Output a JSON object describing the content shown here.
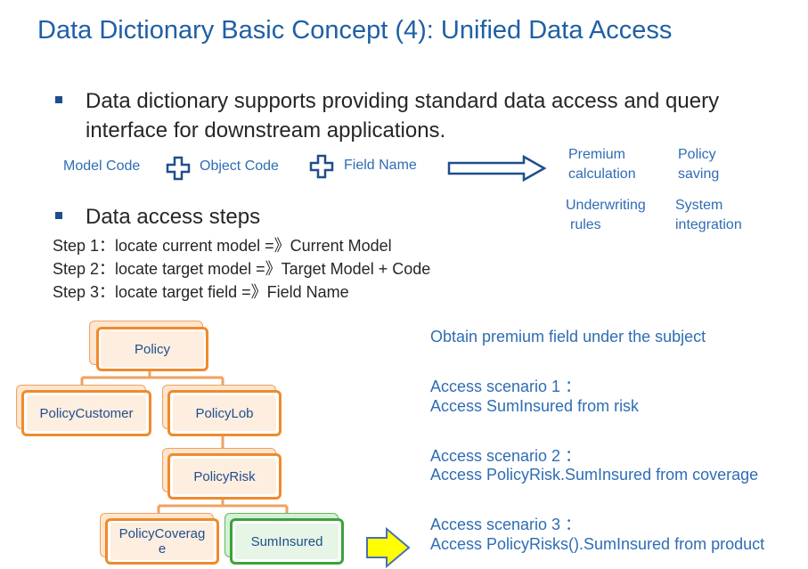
{
  "title": "Data Dictionary Basic Concept (4): Unified Data Access",
  "bullets": {
    "b1_line1": "Data dictionary supports providing standard data access and query",
    "b1_line2": "interface for downstream applications.",
    "b2": "Data access steps"
  },
  "formula": {
    "model_code": "Model Code",
    "object_code": "Object Code",
    "field_name": "Field Name"
  },
  "downstream": {
    "premium_1": "Premium",
    "premium_2": "calculation",
    "policy_1": "Policy",
    "policy_2": "saving",
    "uw_1": "Underwriting",
    "uw_2": "rules",
    "sys_1": "System",
    "sys_2": "integration"
  },
  "steps": [
    "Step 1：locate current model =》Current Model",
    "Step 2：locate target model   =》Target Model + Code",
    "Step 3：locate target field      =》Field Name"
  ],
  "tree": {
    "policy": "Policy",
    "policy_customer": "PolicyCustomer",
    "policy_lob": "PolicyLob",
    "policy_risk": "PolicyRisk",
    "policy_coverage_1": "PolicyCoverag",
    "policy_coverage_2": "e",
    "sum_insured": "SumInsured"
  },
  "scenarios": {
    "intro": "Obtain premium field under the subject",
    "s1_label": "Access scenario 1 ：",
    "s1_text": "Access SumInsured from risk",
    "s2_label": "Access scenario 2 ：",
    "s2_text": "Access  PolicyRisk.SumInsured from coverage",
    "s3_label": "Access scenario 3 ：",
    "s3_text": "Access PolicyRisks().SumInsured from product"
  },
  "colors": {
    "title": "#1f5fa6",
    "accent_blue": "#2e6db4",
    "node_orange": "#f08a2c",
    "node_green": "#3aa33a",
    "arrow_yellow": "#ffff00"
  },
  "icons": [
    "plus-outline-icon",
    "double-arrow-right-icon",
    "yellow-arrow-right-icon"
  ]
}
